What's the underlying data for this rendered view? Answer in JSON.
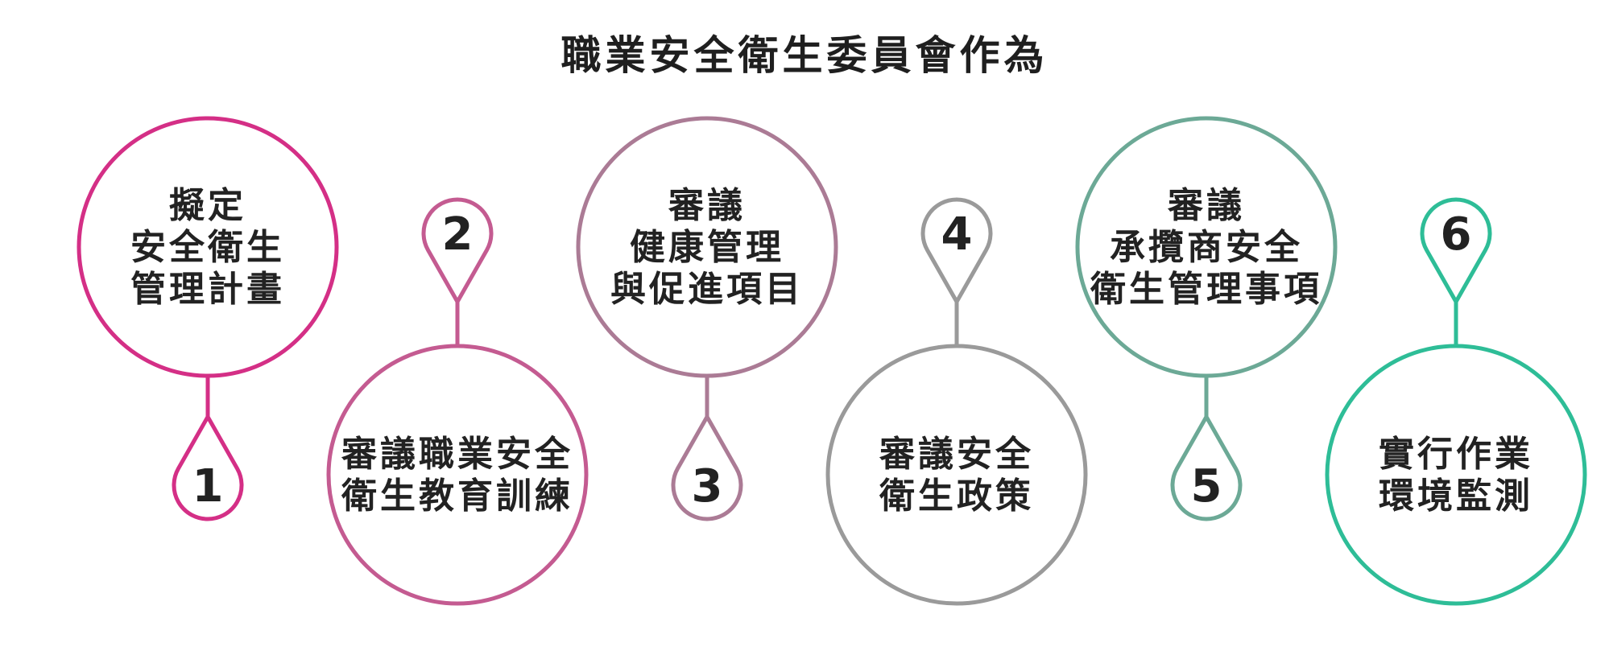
{
  "title": "職業安全衛生委員會作為",
  "steps": [
    {
      "number": "1",
      "color": "#d42f86",
      "lines": [
        "擬定",
        "安全衛生",
        "管理計畫"
      ]
    },
    {
      "number": "2",
      "color": "#c45b91",
      "lines": [
        "審議職業安全",
        "衛生教育訓練"
      ]
    },
    {
      "number": "3",
      "color": "#ab7b95",
      "lines": [
        "審議",
        "健康管理",
        "與促進項目"
      ]
    },
    {
      "number": "4",
      "color": "#9a9a9a",
      "lines": [
        "審議安全",
        "衛生政策"
      ]
    },
    {
      "number": "5",
      "color": "#6ca996",
      "lines": [
        "審議",
        "承攬商安全",
        "衛生管理事項"
      ]
    },
    {
      "number": "6",
      "color": "#2ebd97",
      "lines": [
        "實行作業",
        "環境監測"
      ]
    }
  ]
}
